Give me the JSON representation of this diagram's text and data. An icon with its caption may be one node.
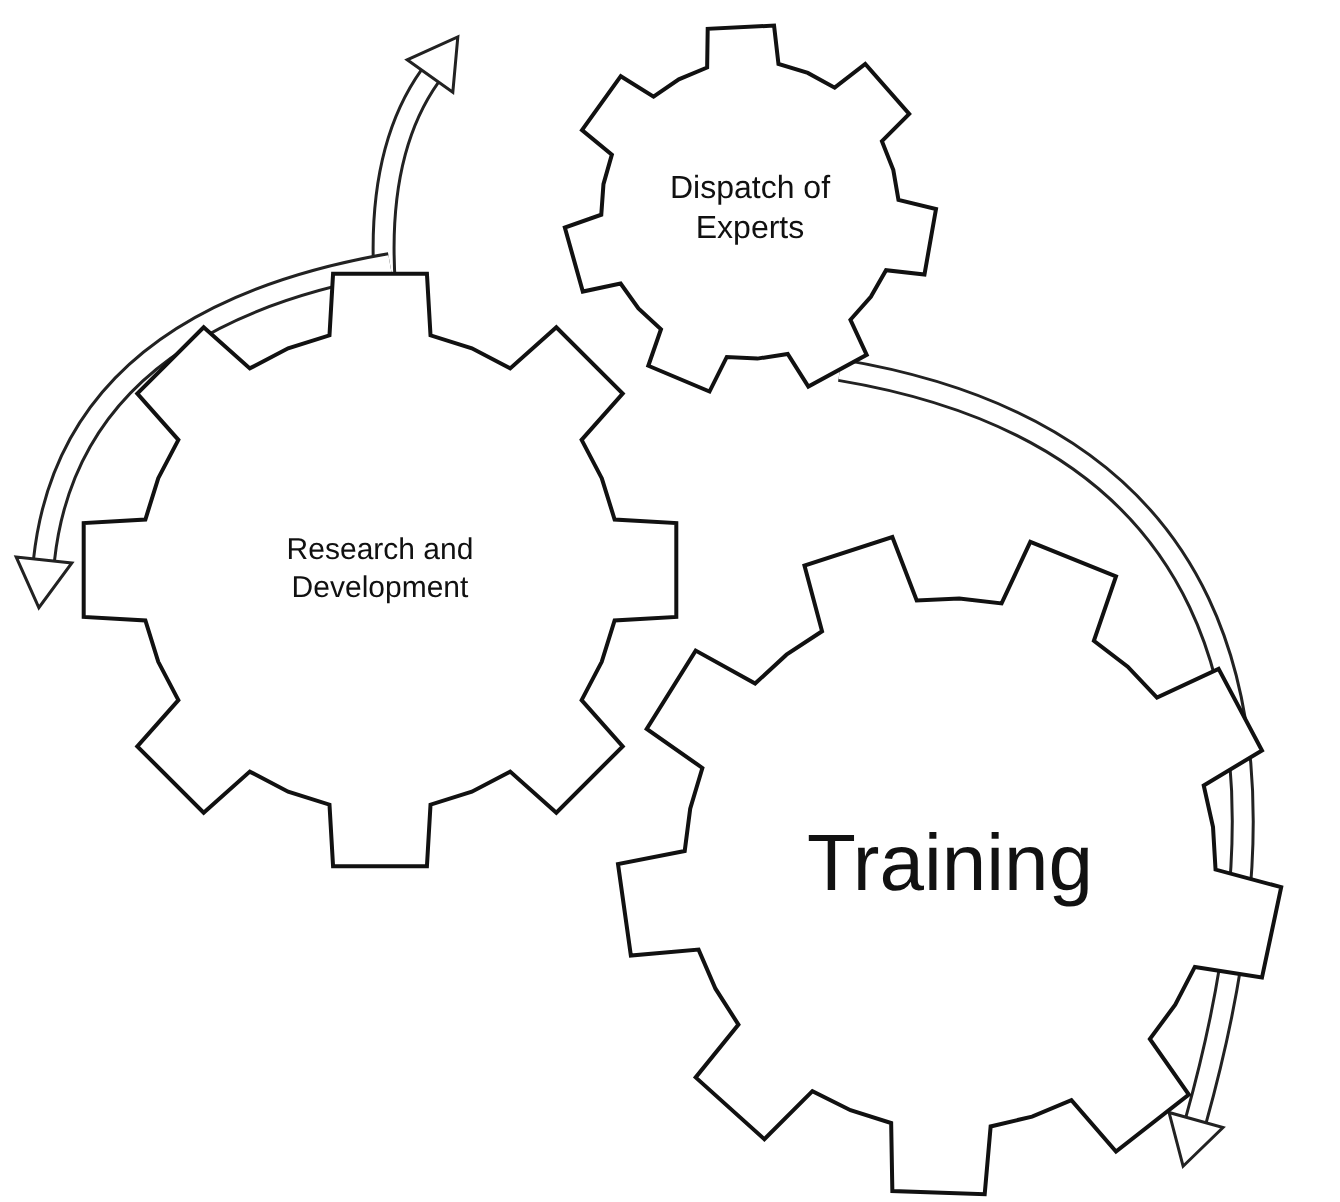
{
  "diagram": {
    "nodes": [
      {
        "text": [
          "Dispatch of Experts"
        ]
      },
      {
        "text": [
          "Research and Development"
        ]
      },
      {
        "text": [
          "Training"
        ]
      }
    ]
  }
}
